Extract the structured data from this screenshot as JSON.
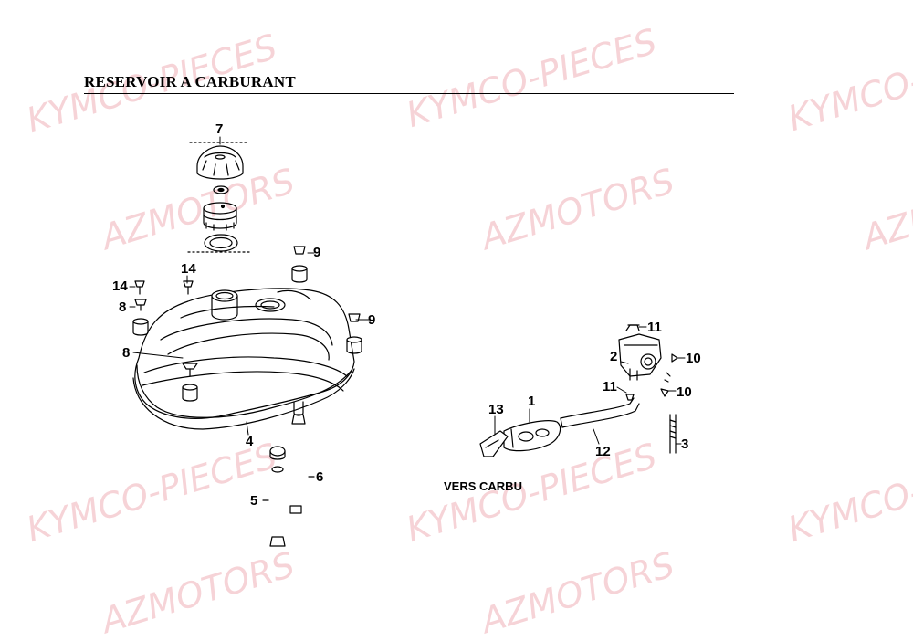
{
  "title": "RESERVOIR A CARBURANT",
  "note": "VERS CARBU",
  "watermarks": [
    "KYMCO-PIECES",
    "AZMOTORS"
  ],
  "colors": {
    "ink": "#000000",
    "watermark": "#e88c96",
    "background": "#ffffff"
  },
  "callouts": {
    "c1": "1",
    "c2": "2",
    "c3": "3",
    "c4": "4",
    "c5": "5",
    "c6": "6",
    "c7": "7",
    "c8a": "8",
    "c8b": "8",
    "c9a": "9",
    "c9b": "9",
    "c10a": "10",
    "c10b": "10",
    "c11a": "11",
    "c11b": "11",
    "c12": "12",
    "c13": "13",
    "c14a": "14",
    "c14b": "14"
  }
}
